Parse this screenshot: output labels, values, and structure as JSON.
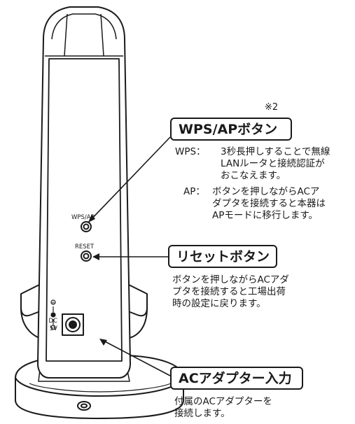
{
  "note_mark": "※2",
  "device": {
    "wps_label": "WPS/AP",
    "reset_label": "RESET",
    "dc_label_1": "DC",
    "dc_label_2": "5V"
  },
  "callouts": {
    "wps": {
      "title": "WPS/APボタン",
      "items": [
        {
          "term": "WPS：",
          "lines": [
            "3秒長押しすることで無線",
            "LANルータと接続認証が",
            "おこなえます。"
          ]
        },
        {
          "term": "AP：",
          "lines": [
            "ボタンを押しながらACア",
            "ダプタを接続すると本器は",
            "APモードに移行します。"
          ]
        }
      ]
    },
    "reset": {
      "title": "リセットボタン",
      "lines": [
        "ボタンを押しながらACアダ",
        "プタを接続すると工場出荷",
        "時の設定に戻ります。"
      ]
    },
    "ac": {
      "title": "ACアダプター入力",
      "lines": [
        "付属のACアダプターを",
        "接続します。"
      ]
    }
  }
}
